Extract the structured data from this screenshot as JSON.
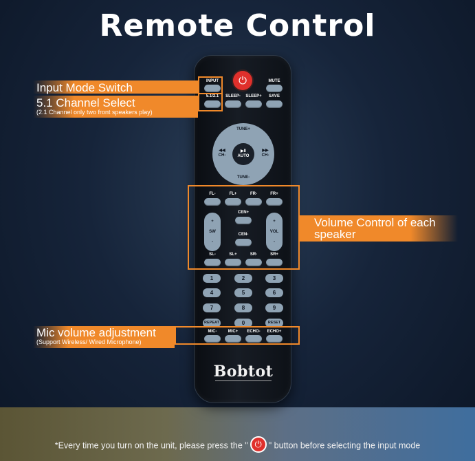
{
  "title": "Remote Control",
  "footer": {
    "text_before": "*Every time you turn on the unit, please press the \"",
    "text_after": "\" button before selecting the input mode"
  },
  "remote": {
    "brand": "Bobtot",
    "top_row": {
      "input": "INPUT",
      "mute": "MUTE"
    },
    "row2": [
      "5.1/2.1",
      "SLEEP-",
      "SLEEP+",
      "SAVE"
    ],
    "dpad": {
      "up": "TUNE+",
      "down": "TUNE-",
      "left_sym": "◀◀",
      "left": "CH-",
      "right_sym": "▶▶",
      "right": "CH-",
      "center_sym": "▶II",
      "center": "AUTO"
    },
    "front": [
      "FL-",
      "FL+",
      "FR-",
      "FR+"
    ],
    "center_plus": "CEN+",
    "center_minus": "CEN-",
    "sw": {
      "plus": "+",
      "label": "SW",
      "minus": "-"
    },
    "vol": {
      "plus": "+",
      "label": "VOL",
      "minus": "-"
    },
    "surround": [
      "SL-",
      "SL+",
      "SR-",
      "SR+"
    ],
    "numbers": [
      "1",
      "2",
      "3",
      "4",
      "5",
      "6",
      "7",
      "8",
      "9"
    ],
    "repeat": "REPEAT",
    "zero": "0",
    "reset": "RESET",
    "mic_row": [
      "MIC-",
      "MIC+",
      "ECHO-",
      "ECHO+"
    ]
  },
  "callouts": {
    "input_mode": "Input Mode Switch",
    "channel_select": "5.1 Channel Select",
    "channel_select_sub": "(2.1 Channel only two front speakers play)",
    "volume_control_1": "Volume Control of each",
    "volume_control_2": "speaker",
    "mic_volume": "Mic volume adjustment",
    "mic_volume_sub": "(Support Wireless/ Wired Microphone)"
  },
  "colors": {
    "accent": "#f0892a",
    "power": "#e0302c",
    "button": "#8fa3b4"
  }
}
